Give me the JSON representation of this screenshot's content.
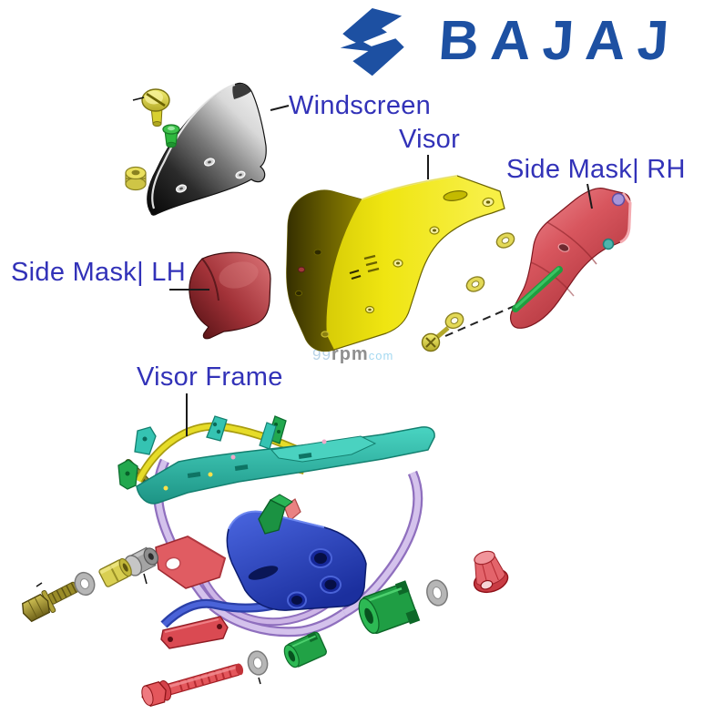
{
  "brand": {
    "wordmark": "BAJAJ",
    "blue": "#1d50a2"
  },
  "callouts": {
    "windscreen": "Windscreen",
    "visor": "Visor",
    "side_mask_rh": "Side Mask| RH",
    "side_mask_lh": "Side Mask| LH",
    "visor_frame": "Visor Frame",
    "text_color": "#3232b8",
    "line_color": "#1a1a1a"
  },
  "watermark": {
    "num": "99",
    "rpm": "rpm",
    "com": "com"
  },
  "diagram": {
    "kind": "exploded-parts-diagram",
    "parts": [
      {
        "name": "windscreen",
        "color": "#9c9c9c"
      },
      {
        "name": "screw-short-yellow",
        "color": "#e3d440"
      },
      {
        "name": "clip-green",
        "color": "#2eb84a"
      },
      {
        "name": "spacer-yellow",
        "color": "#ddd35a"
      },
      {
        "name": "visor",
        "color": "#e9df16"
      },
      {
        "name": "washer-yellow",
        "color": "#e3d957"
      },
      {
        "name": "screw-visor-yellow",
        "color": "#d9cf3a"
      },
      {
        "name": "side-mask-rh",
        "color": "#d5555c"
      },
      {
        "name": "trim-strip-green",
        "color": "#1e9e40"
      },
      {
        "name": "side-mask-lh",
        "color": "#99282d"
      },
      {
        "name": "visor-frame-crossmember",
        "color": "#33bfae"
      },
      {
        "name": "frame-tube-yellow",
        "color": "#d8ce20"
      },
      {
        "name": "frame-tubes-lavender",
        "color": "#c5acdf"
      },
      {
        "name": "mount-bracket-blue",
        "color": "#2742c2"
      },
      {
        "name": "bracket-red",
        "color": "#e05c62"
      },
      {
        "name": "wedge-green",
        "color": "#1b9242"
      },
      {
        "name": "hex-bolt-brass",
        "color": "#ab9c34"
      },
      {
        "name": "flat-washer-gray",
        "color": "#b6b6b6"
      },
      {
        "name": "bushing-yellow",
        "color": "#d9cf52"
      },
      {
        "name": "bushing-gray",
        "color": "#a4a4a4"
      },
      {
        "name": "bolt-long-red",
        "color": "#e4575c"
      },
      {
        "name": "bushing-green-small",
        "color": "#21a246"
      },
      {
        "name": "bushing-green-large",
        "color": "#1f9e44"
      },
      {
        "name": "flange-nut-red",
        "color": "#d84850"
      }
    ]
  }
}
